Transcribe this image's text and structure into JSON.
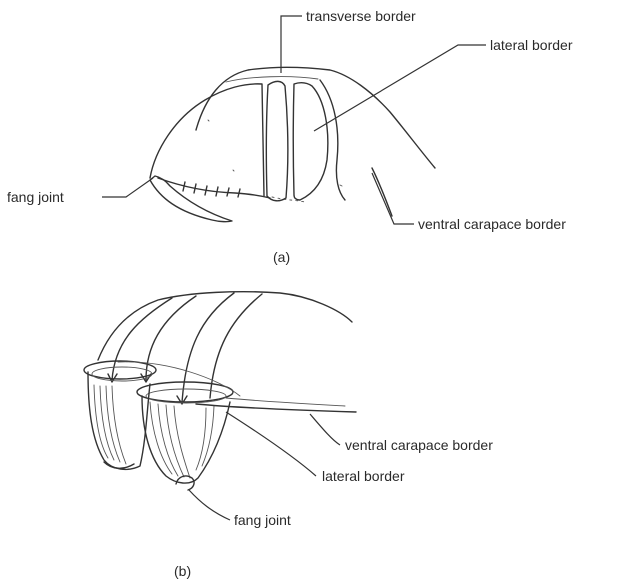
{
  "figure_a": {
    "caption": "(a)",
    "labels": {
      "transverse_border": "transverse border",
      "lateral_border": "lateral border",
      "fang_joint": "fang joint",
      "ventral_carapace_border": "ventral carapace border"
    }
  },
  "figure_b": {
    "caption": "(b)",
    "labels": {
      "ventral_carapace_border": "ventral carapace border",
      "lateral_border": "lateral border",
      "fang_joint": "fang joint"
    }
  }
}
